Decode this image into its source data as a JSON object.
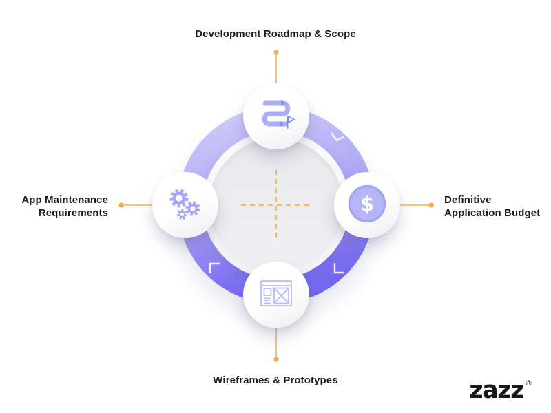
{
  "diagram": {
    "type": "circular-process-infographic",
    "nodes": [
      {
        "id": "roadmap",
        "position": "top",
        "icon": "roadmap-icon",
        "label_lines": [
          "Development Roadmap & Scope"
        ]
      },
      {
        "id": "budget",
        "position": "right",
        "icon": "dollar-icon",
        "label_lines": [
          "Definitive",
          "Application Budget"
        ]
      },
      {
        "id": "wireframes",
        "position": "bottom",
        "icon": "wireframe-icon",
        "label_lines": [
          "Wireframes & Prototypes"
        ]
      },
      {
        "id": "maintenance",
        "position": "left",
        "icon": "gears-icon",
        "label_lines": [
          "App Maintenance",
          "Requirements"
        ]
      }
    ],
    "icons": {
      "dollar_symbol": "$"
    },
    "colors": {
      "ring_gradient_light": "#cfccfa",
      "ring_gradient_dark": "#695cee",
      "icon_purple": "#a9aef5",
      "connector_orange": "#f2b45a",
      "crosshair_orange": "#f6bb55",
      "inner_circle_gray": "#ececee",
      "label_text": "#1c1c1e"
    }
  },
  "logo": {
    "text": "zazz",
    "registered_mark": "®"
  }
}
